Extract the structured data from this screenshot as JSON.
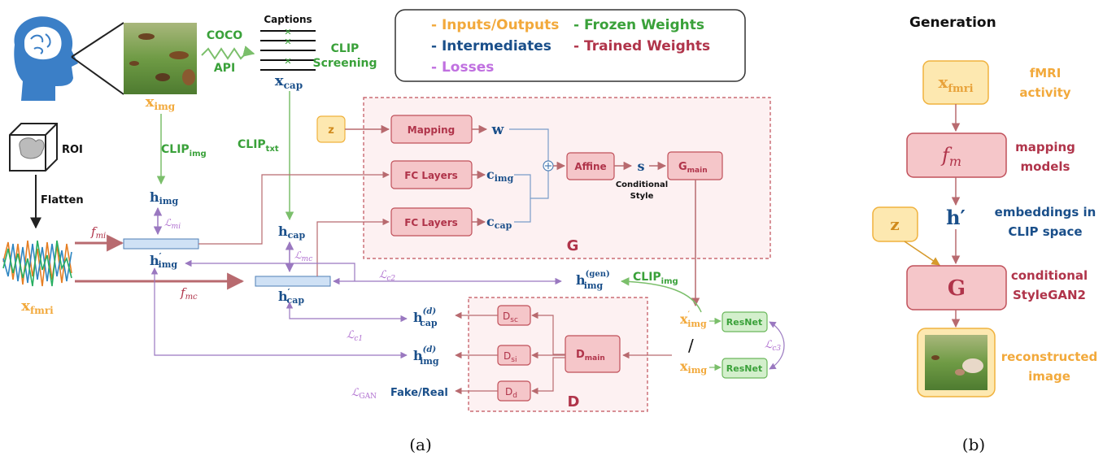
{
  "colors": {
    "io": "#f2a93b",
    "frozen": "#3aa13a",
    "intermediate": "#1a4f8a",
    "trained": "#b0344a",
    "loss": "#b070d0",
    "box_red_fill": "#f5c6c9",
    "box_red_stroke": "#c0505a",
    "box_green_fill": "#d3efcc",
    "box_green_stroke": "#6bb85c",
    "box_yellow_fill": "#fde8b0",
    "box_yellow_stroke": "#f0b23e",
    "proj_fill": "#cfe1f5",
    "proj_stroke": "#4f7fb5",
    "arrow_red": "#b86a6f",
    "arrow_purple": "#9a78c0",
    "arrow_green": "#7bbf6b",
    "black": "#222222"
  },
  "icons": [
    "human-head-brain-icon",
    "brain-roi-cube-icon",
    "fmri-signal-icon",
    "photo-thumbnail"
  ],
  "legend": {
    "io": "- Inputs/Outputs",
    "frozen": "- Frozen Weights",
    "intermediate": "- Intermediates",
    "trained": "- Trained Weights",
    "losses": "- Losses"
  },
  "part_a": {
    "x_img_base": "x",
    "x_img_sub": "img",
    "coco": "COCO",
    "api": "API",
    "captions_title": "Captions",
    "clip_screening_1": "CLIP",
    "clip_screening_2": "Screening",
    "x_cap_base": "x",
    "x_cap_sub": "cap",
    "roi": "ROI",
    "flatten": "Flatten",
    "x_fmri_base": "x",
    "x_fmri_sub": "fmri",
    "clip_img_base": "CLIP",
    "clip_img_sub": "img",
    "clip_txt_base": "CLIP",
    "clip_txt_sub": "txt",
    "h_base": "h",
    "img_sub": "img",
    "cap_sub": "cap",
    "prime": "′",
    "f_mi_base": "f",
    "f_mi_sub": "mi",
    "f_mc_base": "f",
    "f_mc_sub": "mc",
    "l_base": "ℒ",
    "l_mi_sub": "mi",
    "l_mc_sub": "mc",
    "l_c1_sub": "c1",
    "l_c2_sub": "c2",
    "l_c3_sub": "c3",
    "l_gan_sub": "GAN",
    "z": "z",
    "mapping": "Mapping",
    "w": "w",
    "fc_layers": "FC Layers",
    "c_base": "c",
    "affine": "Affine",
    "s": "s",
    "conditional": "Conditional",
    "style": "Style",
    "g_main_base": "G",
    "g_main_sub": "main",
    "g_label": "G",
    "gen_sup": "(gen)",
    "clip_img_base2": "CLIP",
    "clip_img_sub2": "img",
    "d_sup": "(d)",
    "d_base": "D",
    "d_sc_sub": "sc",
    "d_si_sub": "si",
    "d_d_sub": "d",
    "d_main_sub": "main",
    "d_label": "D",
    "fake_real": "Fake/Real",
    "resnet": "ResNet",
    "slash": "/",
    "caption": "(a)"
  },
  "part_b": {
    "title": "Generation",
    "x_fmri_base": "x",
    "x_fmri_sub": "fmri",
    "fmri_line1": "fMRI",
    "fmri_line2": "activity",
    "fm_base": "f",
    "fm_sub": "m",
    "mapping_line1": "mapping",
    "mapping_line2": "models",
    "h_prime": "h′",
    "emb_line1": "embeddings in",
    "emb_line2": "CLIP space",
    "z": "z",
    "g": "G",
    "cond_line1": "conditional",
    "cond_line2": "StyleGAN2",
    "recon_line1": "reconstructed",
    "recon_line2": "image",
    "caption": "(b)"
  }
}
